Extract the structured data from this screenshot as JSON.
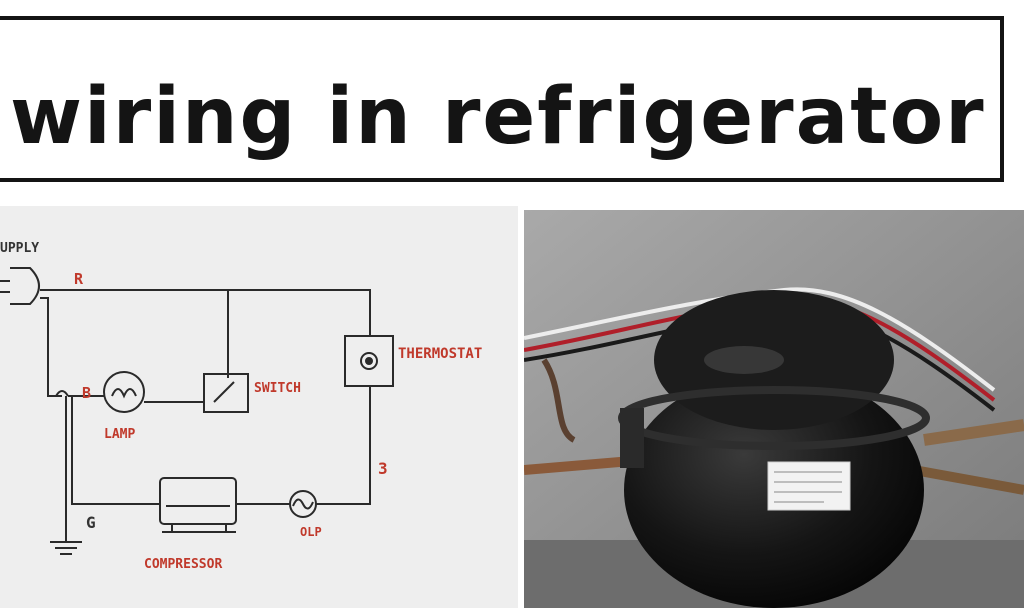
{
  "title": "wiring in refrigerator",
  "diagram": {
    "labels": {
      "supply": "UPPLY",
      "r": "R",
      "b": "B",
      "lamp": "LAMP",
      "switch": "SWITCH",
      "thermostat": "THERMOSTAT",
      "three": "3",
      "g": "G",
      "compressor": "COMPRESSOR",
      "olp": "OLP"
    }
  },
  "colors": {
    "wire": "#2a2a2a",
    "label_red": "#c0392b",
    "label_dark": "#333333",
    "title_border": "#141414"
  }
}
